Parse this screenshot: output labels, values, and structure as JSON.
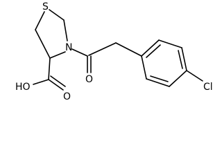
{
  "molecule": {
    "atoms": {
      "sulfur": "S",
      "nitrogen": "N",
      "ketone_oxygen": "O",
      "hydroxyl": "HO",
      "acid_oxygen": "O",
      "chlorine": "Cl"
    }
  }
}
